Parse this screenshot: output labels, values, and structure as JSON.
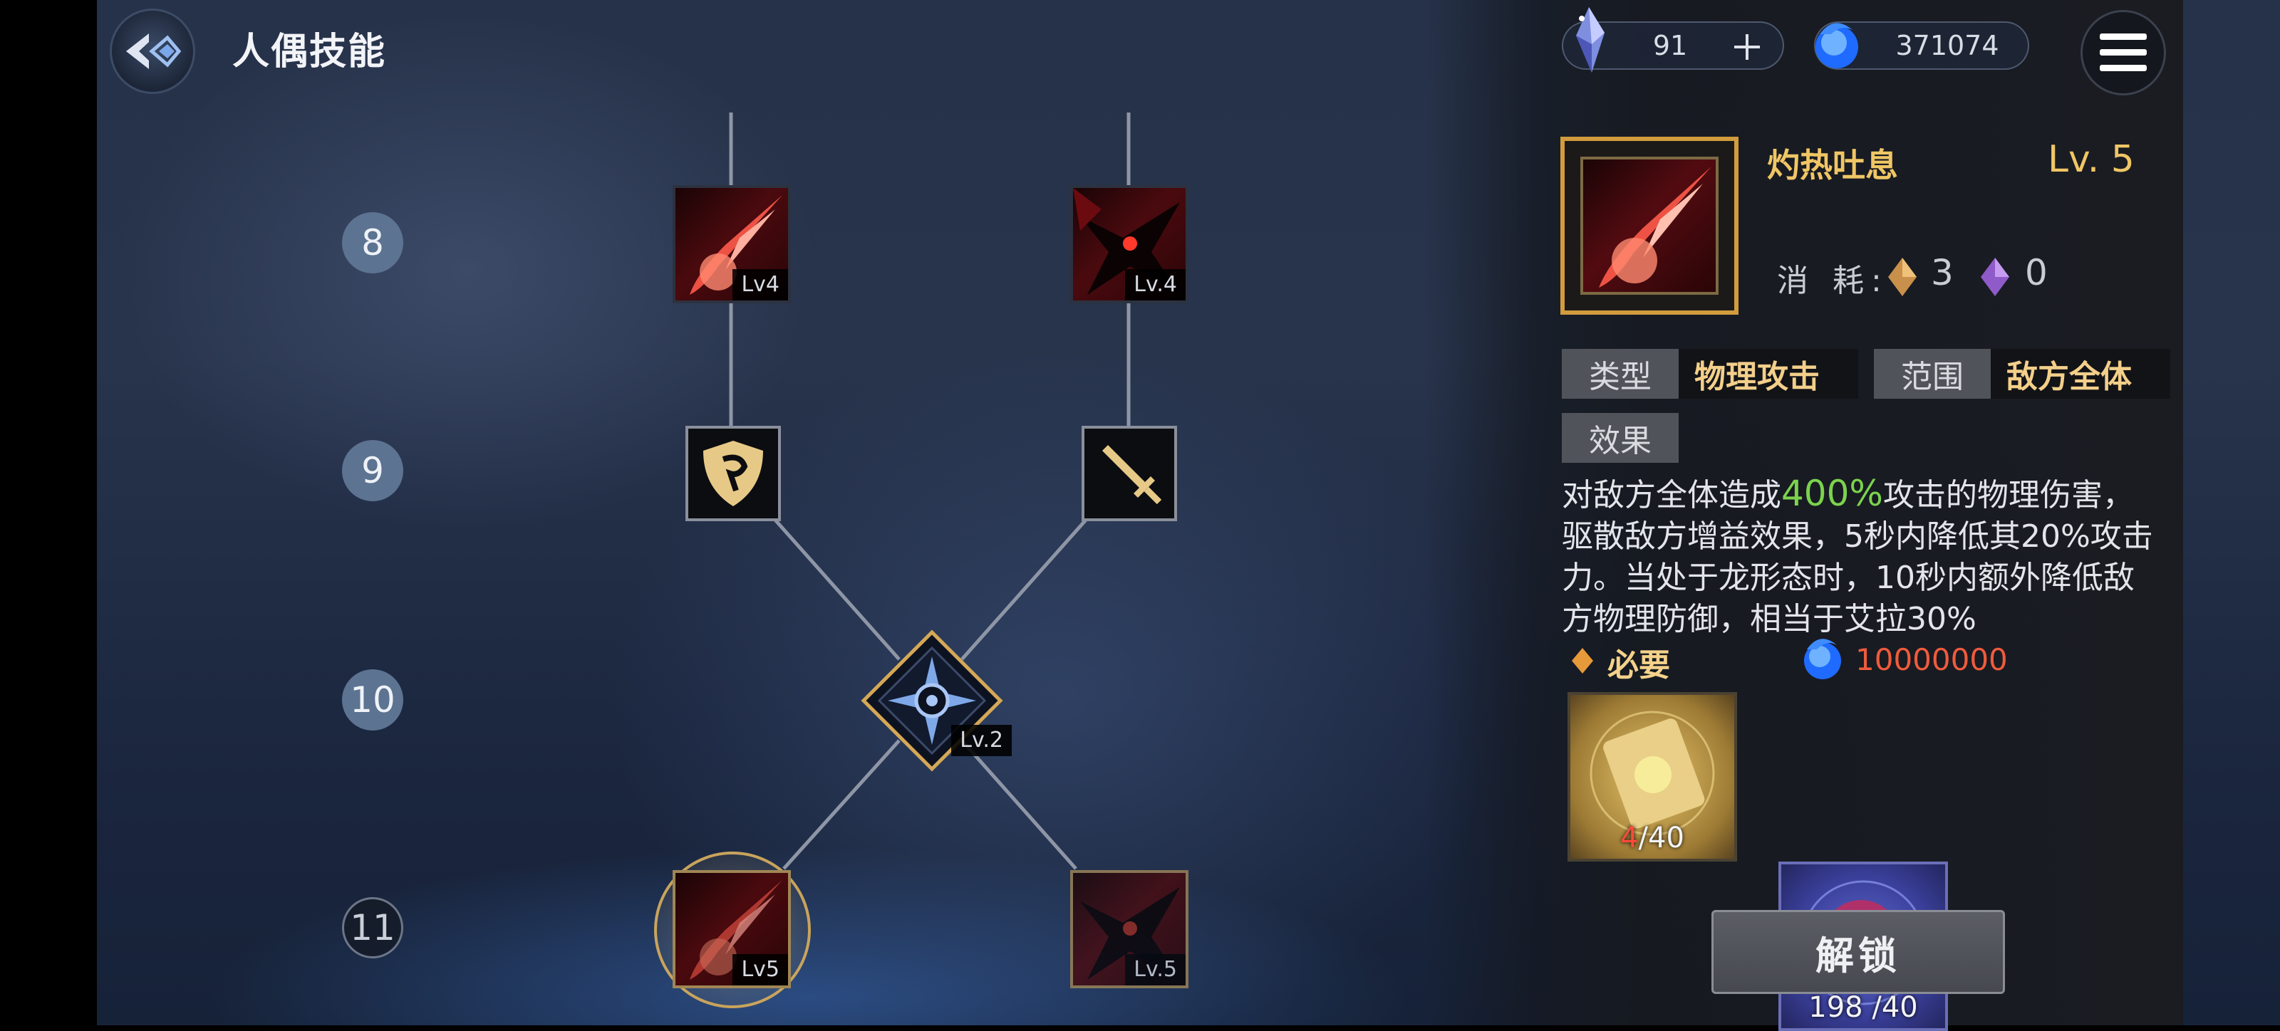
{
  "header": {
    "title": "人偶技能",
    "crystal_amount": "91",
    "orb_amount": "371074"
  },
  "tree": {
    "rows": [
      "8",
      "9",
      "10",
      "11"
    ],
    "nodes": {
      "r8_left_lv": "Lv4",
      "r8_right_lv": "Lv.4",
      "center_lv": "Lv.2",
      "r11_left_lv": "Lv5",
      "r11_right_lv": "Lv.5"
    }
  },
  "detail": {
    "skill_name": "灼热吐息",
    "skill_level": "Lv. 5",
    "cost_label": "消 耗:",
    "cost_gold": "3",
    "cost_purple": "0",
    "type_label": "类型",
    "type_value": "物理攻击",
    "range_label": "范围",
    "range_value": "敌方全体",
    "effect_label": "效果",
    "desc_before": "对敌方全体造成",
    "desc_highlight": "400%",
    "desc_after": "攻击的物理伤害，驱散敌方增益效果，5秒内降低其20%攻击力。当处于龙形态时，10秒内额外降低敌方物理防御，相当于艾拉30%",
    "required_label": "必要",
    "gold_cost": "10000000",
    "item1_have": "4",
    "item1_need": "/40",
    "item2_count": "198 /40",
    "unlock_label": "解锁"
  },
  "colors": {
    "accent_gold": "#f0c665",
    "highlight_green": "#7bd34d",
    "cost_red": "#ef5b3c"
  }
}
